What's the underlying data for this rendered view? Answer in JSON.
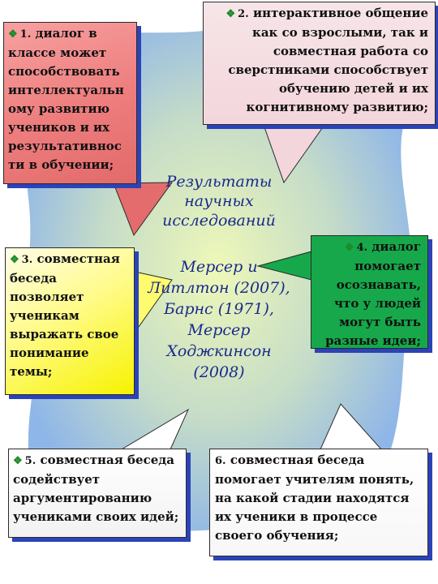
{
  "center": {
    "title": "Результаты научных исследований",
    "authors": "Мерсер и Литлтон (2007), Барнс (1971), Мерсер Ходжкинсон (2008)"
  },
  "callouts": [
    {
      "num": "1.",
      "text": "диалог в классе может способствовать интеллектуальн ому развитию учеников и их результативнос ти в обучении;",
      "bullet": true
    },
    {
      "num": "2.",
      "text": "интерактивное общение как со взрослыми, так и совместная работа со сверстниками способствует обучению детей и их когнитивному развитию;",
      "bullet": true
    },
    {
      "num": "3.",
      "text": "совместная беседа позволяет ученикам выражать свое понимание темы;",
      "bullet": true
    },
    {
      "num": "4.",
      "text": "диалог помогает осознавать, что у людей могут быть разные идеи;",
      "bullet": true
    },
    {
      "num": "5.",
      "text": "совместная беседа содействует аргументированию учениками своих идей;",
      "bullet": true
    },
    {
      "num": "6.",
      "text": "совместная беседа помогает учителям понять, на какой стадии находятся их ученики в процессе своего обучения;",
      "bullet": false
    }
  ],
  "colors": {
    "background_blob": "#8fb6e8",
    "center_glow": "#e8f6b0",
    "text_blue": "#1a2a8c",
    "shadow_blue": "#2b43b8",
    "bullet_green": "#1c8a2a"
  }
}
